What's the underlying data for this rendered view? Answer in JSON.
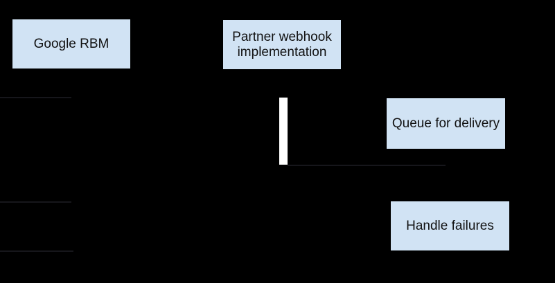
{
  "diagram": {
    "type": "sequence-flow",
    "nodes": [
      {
        "id": "google-rbm",
        "label": "Google RBM"
      },
      {
        "id": "partner-webhook",
        "label": "Partner webhook implementation"
      },
      {
        "id": "queue-delivery",
        "label": "Queue for delivery"
      },
      {
        "id": "handle-failures",
        "label": "Handle failures"
      }
    ],
    "activation_bar": {
      "id": "partner-activation-bar"
    },
    "connectors": [
      {
        "id": "incoming-message-line-1",
        "to": "google-rbm"
      },
      {
        "id": "queue-message-line",
        "to": "queue-delivery"
      },
      {
        "id": "incoming-message-line-2",
        "to": "google-rbm"
      },
      {
        "id": "incoming-message-line-3",
        "to": "google-rbm"
      }
    ],
    "colors": {
      "background": "#000000",
      "node_fill": "#d1e3f4",
      "node_text": "#111111",
      "activation_fill": "#ffffff",
      "connector": "#16161b"
    }
  }
}
